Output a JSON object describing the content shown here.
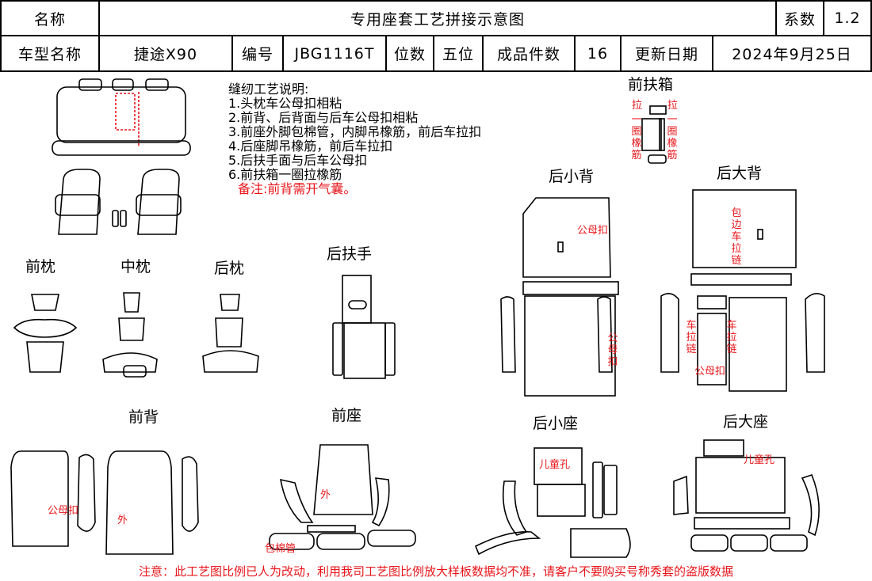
{
  "header": {
    "name_label": "名称",
    "title": "专用座套工艺拼接示意图",
    "coef_label": "系数",
    "coef_value": "1.2",
    "car_label": "车型名称",
    "car_value": "捷途X90",
    "code_label": "编号",
    "code_value": "JBG1116T",
    "seats_label": "位数",
    "seats_value": "五位",
    "pieces_label": "成品件数",
    "pieces_value": "16",
    "date_label": "更新日期",
    "date_value": "2024年9月25日"
  },
  "notes": {
    "heading": "缝纫工艺说明:",
    "items": [
      "1.头枕车公母扣相粘",
      "2.前背、后背面与后车公母扣相粘",
      "3.前座外脚包棉管，内脚吊橡筋，前后车拉扣",
      "4.后座脚吊橡筋，前后车拉扣",
      "5.后扶手面与后车公母扣",
      "6.前扶箱一圈拉橡筋"
    ],
    "remark": "备注:前背需开气囊。"
  },
  "sections": {
    "front_box": "前扶箱",
    "rear_small_back": "后小背",
    "rear_big_back": "后大背",
    "front_pillow": "前枕",
    "middle_pillow": "中枕",
    "rear_pillow": "后枕",
    "rear_armrest": "后扶手",
    "front_back": "前背",
    "front_seat": "前座",
    "rear_small_seat": "后小座",
    "rear_big_seat": "后大座"
  },
  "annotations": {
    "pull": "拉",
    "loop_elastic": "一圈橡筋",
    "male_female_snap": "公母扣",
    "edge_pull_chain": "包边车拉链",
    "pull_chain": "车拉链",
    "outer": "外",
    "cotton_tube": "包棉管",
    "child_hole": "儿童孔"
  },
  "footer": "注意：此工艺图比例已人为改动，利用我司工艺图比例放大样板数据均不准，请客户不要购买号称秀套的盗版数据",
  "colors": {
    "annotation": "#e8161b",
    "line": "#000000"
  }
}
